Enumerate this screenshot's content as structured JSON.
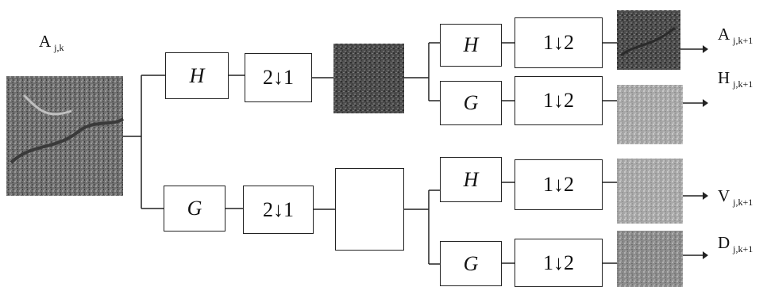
{
  "labels": {
    "input": {
      "main": "A",
      "sub": "j,k"
    },
    "out_a": {
      "main": "A",
      "sub": "j,k+1"
    },
    "out_h": {
      "main": "H",
      "sub": "j,k+1"
    },
    "out_v": {
      "main": "V",
      "sub": "j,k+1"
    },
    "out_d": {
      "main": "D",
      "sub": "j,k+1"
    }
  },
  "stage1": {
    "top_filter": "H",
    "bottom_filter": "G",
    "top_downsample": "2↓1",
    "bottom_downsample": "2↓1"
  },
  "stage2": {
    "branch1_filter": "H",
    "branch2_filter": "G",
    "branch3_filter": "H",
    "branch4_filter": "G",
    "branch1_downsample": "1↓2",
    "branch2_downsample": "1↓2",
    "branch3_downsample": "1↓2",
    "branch4_downsample": "1↓2"
  },
  "images": {
    "input": "noise-texture-dark",
    "intermediate_top": "noise-texture-darker",
    "out_a": "noise-texture-darker",
    "out_h": "noise-texture-light",
    "out_v": "noise-texture-light",
    "out_d": "noise-texture-medium"
  }
}
